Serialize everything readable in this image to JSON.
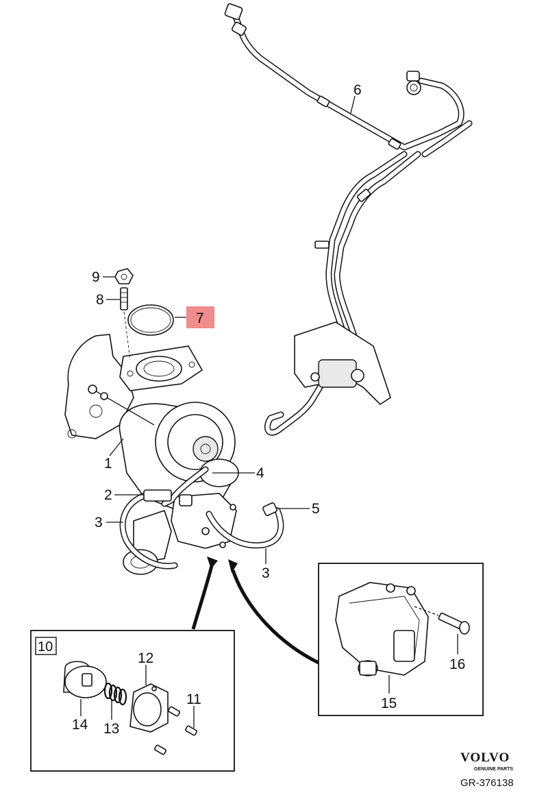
{
  "diagram": {
    "callouts": {
      "c1": "1",
      "c2": "2",
      "c3a": "3",
      "c3b": "3",
      "c4": "4",
      "c5": "5",
      "c6": "6",
      "c7": "7",
      "c8": "8",
      "c9": "9"
    },
    "highlight_color": "#f08c8c",
    "inset_left": {
      "box_label": "10",
      "callouts": {
        "c11": "11",
        "c12": "12",
        "c13": "13",
        "c14": "14"
      }
    },
    "inset_right": {
      "callouts": {
        "c15": "15",
        "c16": "16"
      }
    }
  },
  "brand": {
    "name": "VOLVO",
    "tagline": "GENUINE PARTS",
    "code": "GR-376138"
  }
}
